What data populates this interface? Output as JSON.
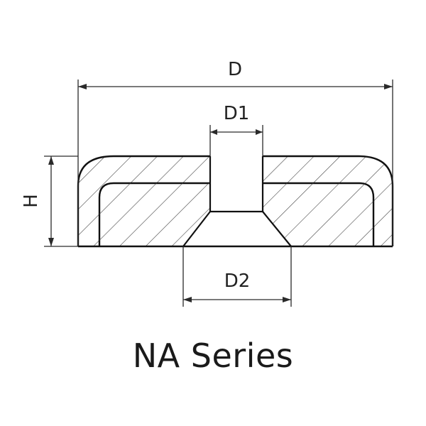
{
  "labels": {
    "D": "D",
    "D1": "D1",
    "D2": "D2",
    "H": "H"
  },
  "caption": "NA Series",
  "colors": {
    "line": "#2a2a2a",
    "outline": "#111111",
    "hatch": "#444444",
    "background": "#ffffff"
  }
}
